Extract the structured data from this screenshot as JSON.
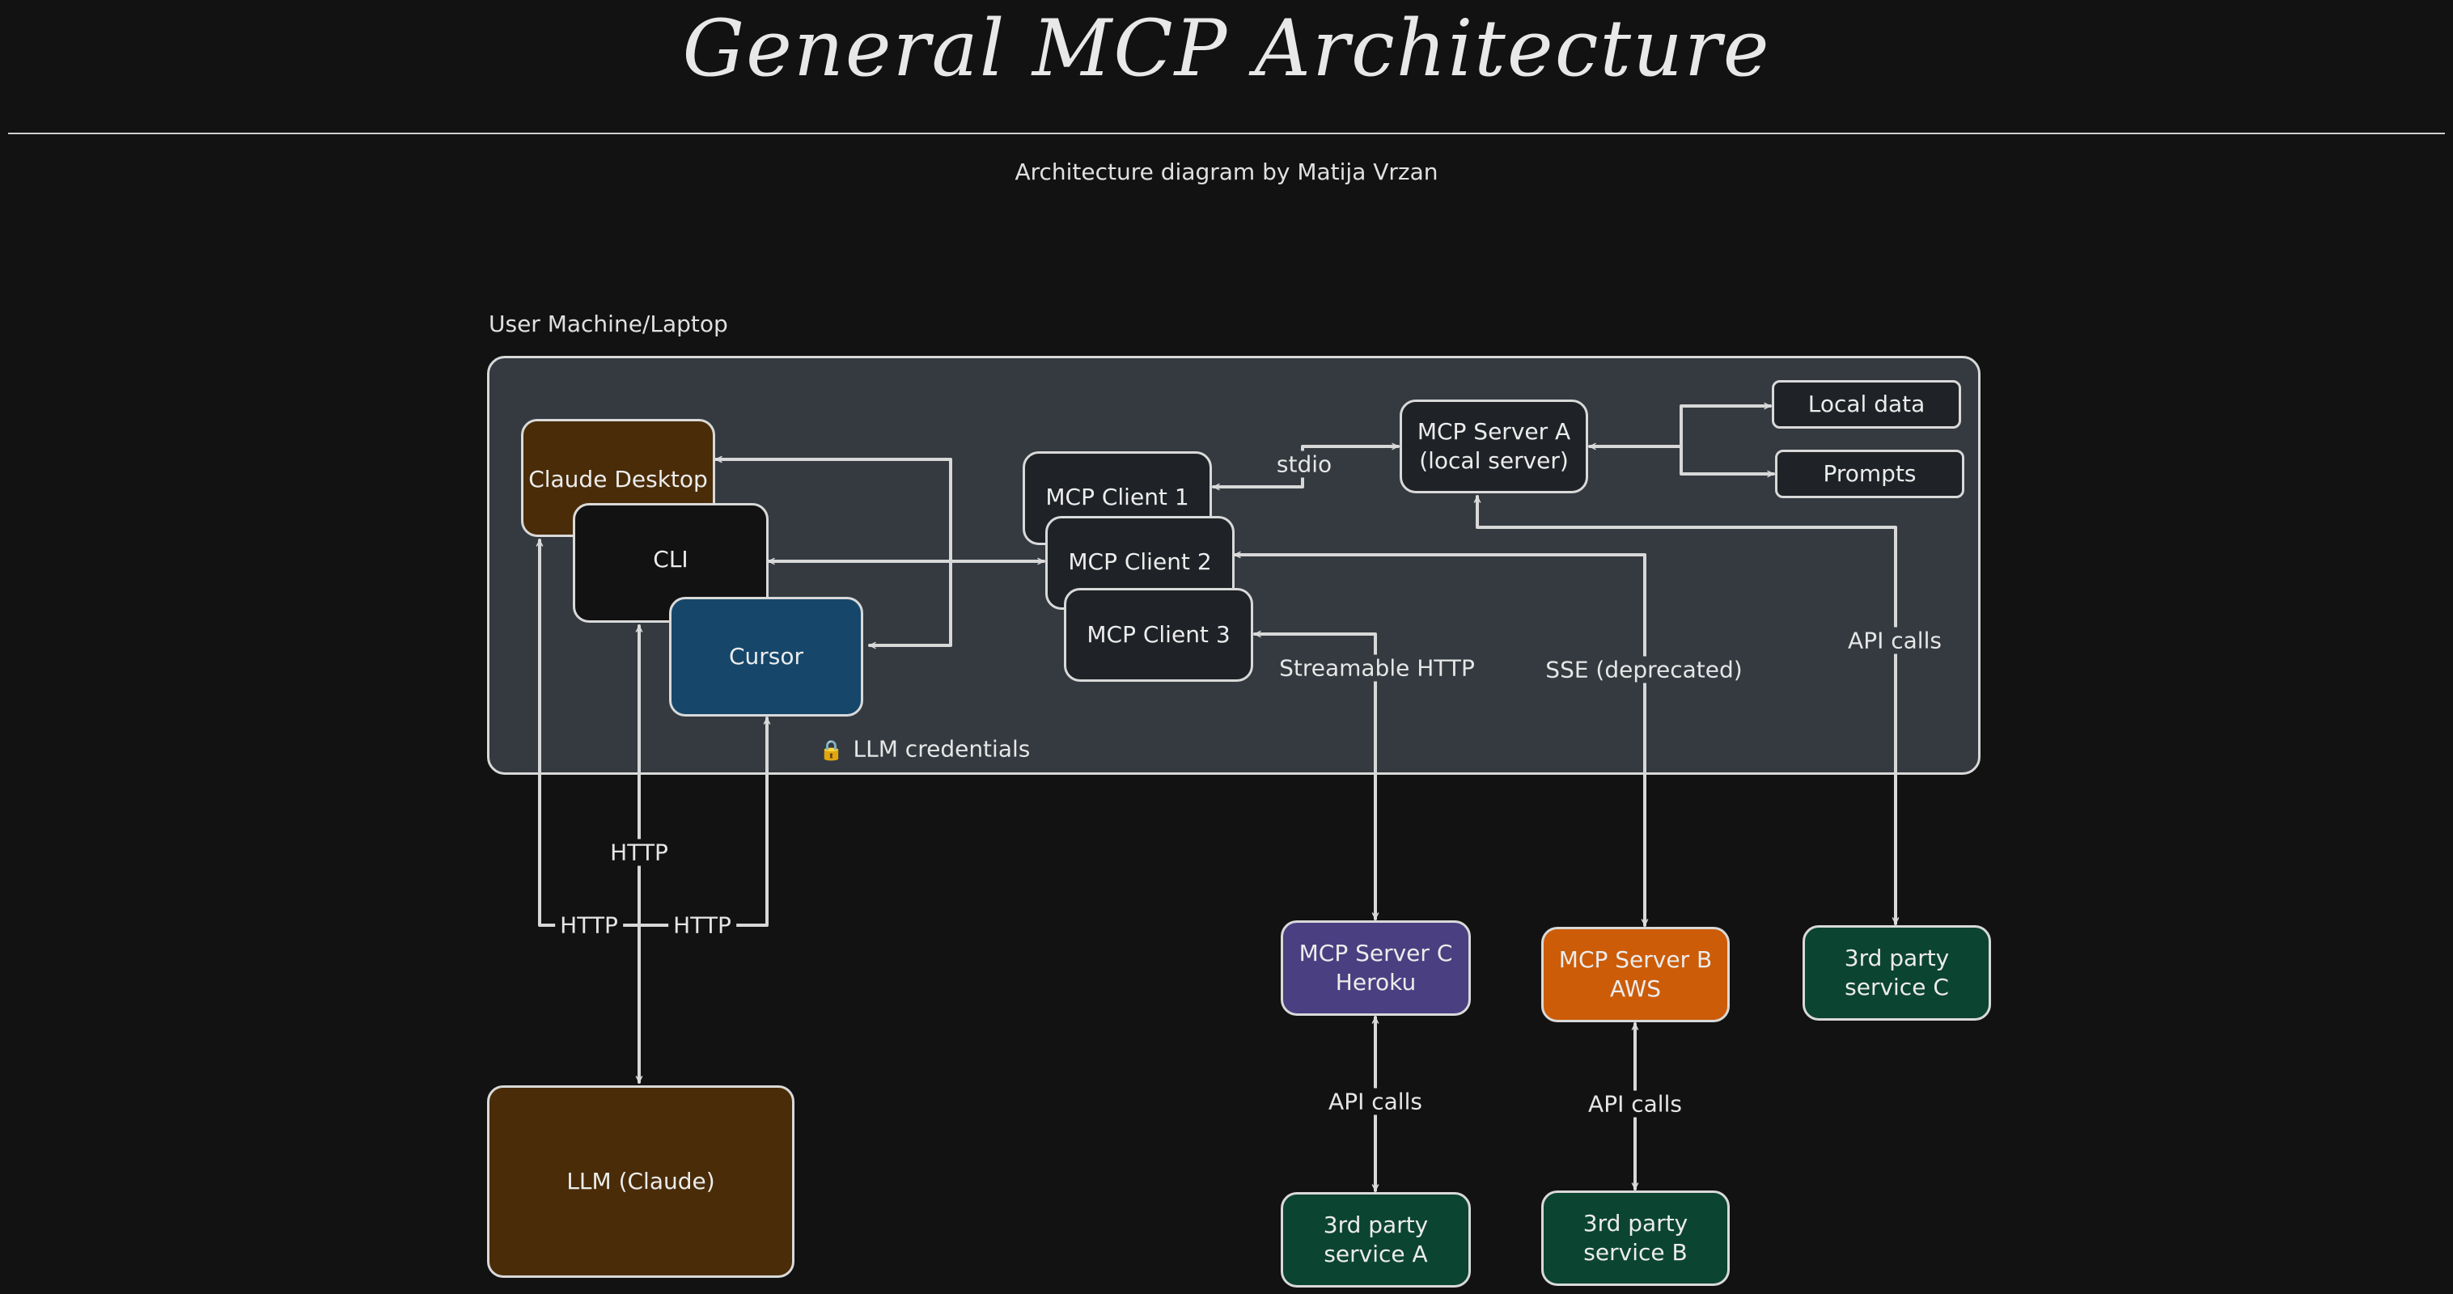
{
  "title": "General MCP Architecture",
  "subtitle": "Architecture diagram by Matija Vrzan",
  "machine_label": "User Machine/Laptop",
  "colors": {
    "background": "#121212",
    "panel": "#343a40",
    "brown": "#4a2c08",
    "dark": "#121212",
    "blue": "#16476b",
    "client": "#1f2226",
    "purple": "#4a3f80",
    "orange": "#cc5c08",
    "green": "#0c4432"
  },
  "nodes": {
    "claude_desktop": "Claude Desktop",
    "cli": "CLI",
    "cursor": "Cursor",
    "client1": "MCP Client 1",
    "client2": "MCP Client 2",
    "client3": "MCP Client 3",
    "server_a": "MCP Server A\n(local server)",
    "local_data": "Local data",
    "prompts": "Prompts",
    "server_c": "MCP Server C\nHeroku",
    "server_b": "MCP Server B\nAWS",
    "third_c": "3rd party\nservice C",
    "third_a": "3rd party\nservice A",
    "third_b": "3rd party\nservice B",
    "llm": "LLM (Claude)"
  },
  "labels": {
    "stdio": "stdio",
    "streamable_http": "Streamable HTTP",
    "sse": "SSE (deprecated)",
    "api_calls_c": "API calls",
    "credentials": "LLM credentials",
    "http_mid": "HTTP",
    "http_left": "HTTP",
    "http_right": "HTTP",
    "api_calls_a": "API calls",
    "api_calls_b": "API calls"
  },
  "icons": {
    "credentials_icon": "🔒"
  }
}
